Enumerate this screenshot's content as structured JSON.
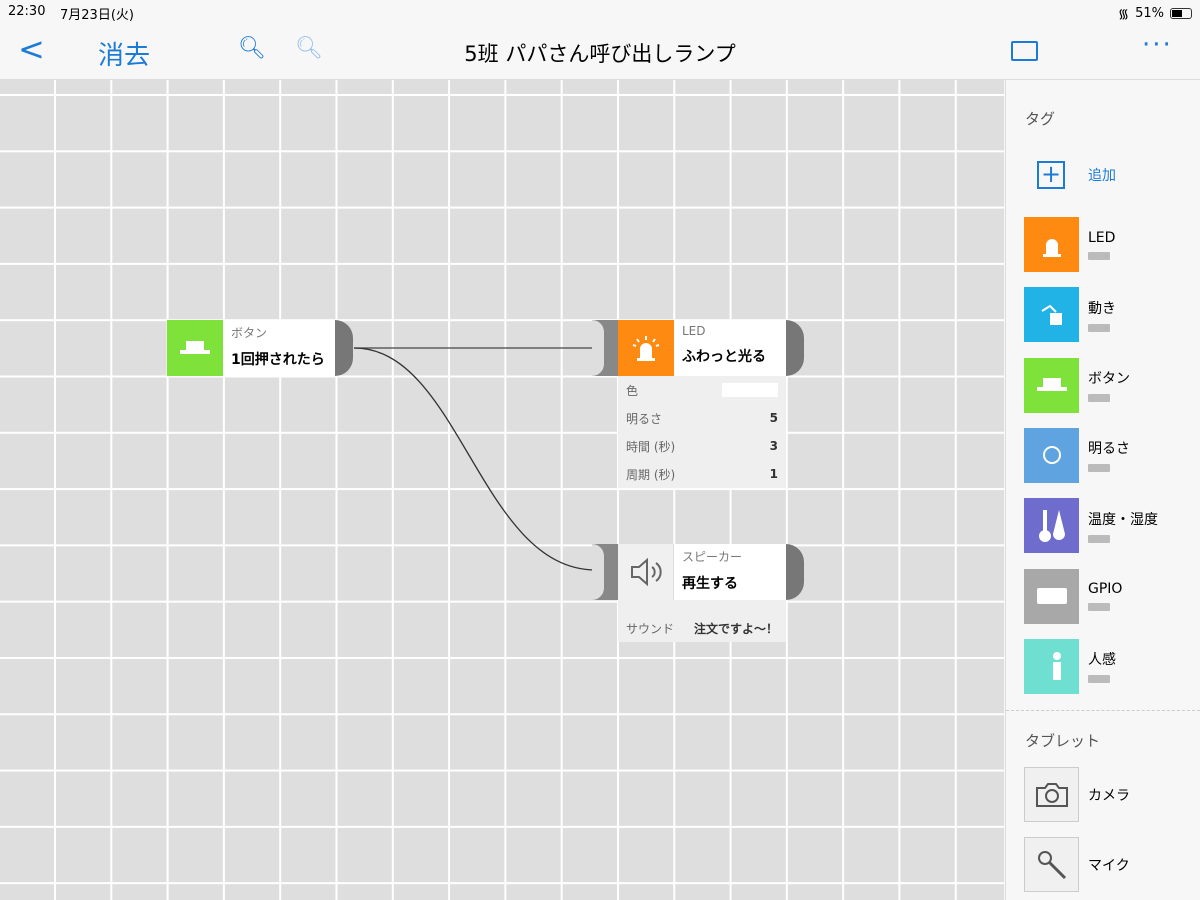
{
  "status": {
    "time": "22:30",
    "date": "7月23日(火)",
    "battery": "51%"
  },
  "nav": {
    "back": "<",
    "clear": "消去",
    "title": "5班 パパさん呼び出しランプ",
    "more": "···"
  },
  "nodes": {
    "button": {
      "category": "ボタン",
      "action": "1回押されたら",
      "color": "#7ee23a"
    },
    "led": {
      "category": "LED",
      "action": "ふわっと光る",
      "color": "#ff8a12",
      "props": [
        {
          "label": "色",
          "value": ""
        },
        {
          "label": "明るさ",
          "value": "5"
        },
        {
          "label": "時間 (秒)",
          "value": "3"
        },
        {
          "label": "周期 (秒)",
          "value": "1"
        }
      ]
    },
    "speaker": {
      "category": "スピーカー",
      "action": "再生する",
      "props": [
        {
          "label": "サウンド",
          "value": "注文ですよ〜！"
        }
      ]
    }
  },
  "sidebar": {
    "tags_title": "タグ",
    "add_label": "追加",
    "tags": [
      {
        "label": "LED",
        "color": "#ff8a12"
      },
      {
        "label": "動き",
        "color": "#22b3e6"
      },
      {
        "label": "ボタン",
        "color": "#7ee23a"
      },
      {
        "label": "明るさ",
        "color": "#5fa3e0"
      },
      {
        "label": "温度・湿度",
        "color": "#6e6ccc"
      },
      {
        "label": "GPIO",
        "color": "#a8a8a8"
      },
      {
        "label": "人感",
        "color": "#6edfd0"
      }
    ],
    "tablet_title": "タブレット",
    "tablet": [
      {
        "label": "カメラ"
      },
      {
        "label": "マイク"
      }
    ]
  }
}
